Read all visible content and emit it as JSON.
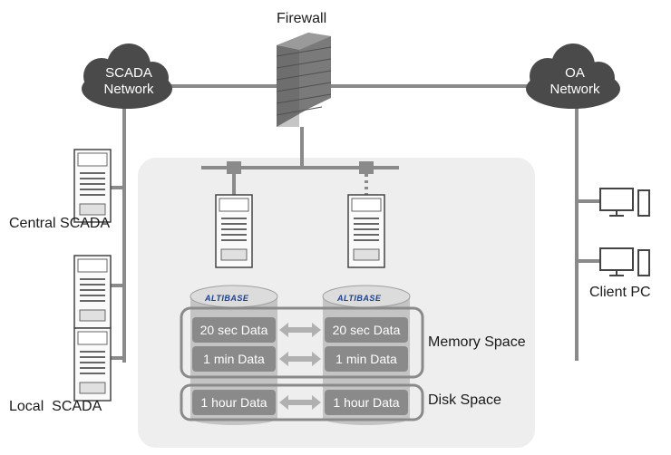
{
  "firewall": {
    "label": "Firewall"
  },
  "scada_network": {
    "label_line1": "SCADA",
    "label_line2": "Network"
  },
  "oa_network": {
    "label_line1": "OA",
    "label_line2": "Network"
  },
  "central_scada": {
    "label": "Central SCADA"
  },
  "local_scada": {
    "label": "Local  SCADA"
  },
  "client_pc": {
    "label": "Client PC"
  },
  "db_brand": "ALTIBASE",
  "nodes": [
    {
      "brand": "ALTIBASE",
      "sec20": "20 sec Data",
      "min1": "1 min Data",
      "hour1": "1 hour Data"
    },
    {
      "brand": "ALTIBASE",
      "sec20": "20 sec Data",
      "min1": "1 min Data",
      "hour1": "1 hour Data"
    }
  ],
  "memory_space": {
    "label": "Memory Space"
  },
  "disk_space": {
    "label": "Disk Space"
  },
  "colors": {
    "accent": "#8a8a8a",
    "cloud": "#4a4a4a",
    "panel": "#eeeeee",
    "brand": "#1d3f8f"
  }
}
